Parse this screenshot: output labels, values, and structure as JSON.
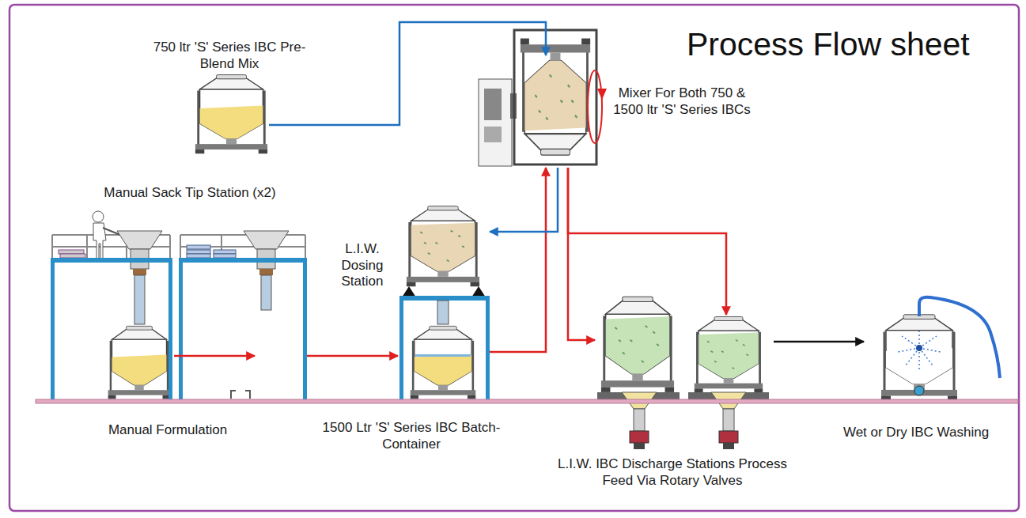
{
  "diagram": {
    "title": "Process Flow sheet",
    "nodes": [
      {
        "text": [
          "750 ltr 'S' Series IBC Pre-Blend Mix"
        ]
      },
      {
        "text": [
          "Mixer For Both 750 & 1500 ltr 'S' Series IBCs"
        ]
      },
      {
        "text": [
          "Manual Sack Tip Station (x2)",
          "Manual Formulation"
        ]
      },
      {
        "text": [
          "L.I.W. Dosing Station",
          "1500 Ltr 'S' Series IBC Batch-Container"
        ]
      },
      {
        "text": [
          "L.I.W. IBC Discharge Stations Process Feed Via Rotary Valves"
        ]
      },
      {
        "text": [
          "Wet or Dry IBC Washing"
        ]
      }
    ],
    "edges": [
      {
        "from": 0,
        "to": 1,
        "arrow": "to"
      },
      {
        "from": 2,
        "to": 3,
        "arrow": "to"
      },
      {
        "from": 3,
        "to": 1,
        "arrow": "to"
      },
      {
        "from": 1,
        "to": 3,
        "arrow": "to"
      },
      {
        "from": 1,
        "to": 4,
        "arrow": "to"
      },
      {
        "from": 1,
        "to": 4,
        "arrow": "to"
      },
      {
        "from": 4,
        "to": 5,
        "arrow": "to"
      }
    ]
  }
}
